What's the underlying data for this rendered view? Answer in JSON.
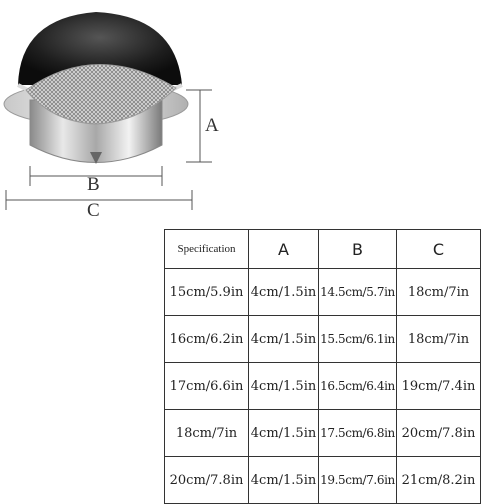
{
  "diagram": {
    "labels": {
      "a": "A",
      "b": "B",
      "c": "C"
    }
  },
  "table": {
    "headers": [
      "Specification",
      "A",
      "B",
      "C"
    ],
    "rows": [
      [
        "15cm/5.9in",
        "4cm/1.5in",
        "14.5cm/5.7in",
        "18cm/7in"
      ],
      [
        "16cm/6.2in",
        "4cm/1.5in",
        "15.5cm/6.1in",
        "18cm/7in"
      ],
      [
        "17cm/6.6in",
        "4cm/1.5in",
        "16.5cm/6.4in",
        "19cm/7.4in"
      ],
      [
        "18cm/7in",
        "4cm/1.5in",
        "17.5cm/6.8in",
        "20cm/7.8in"
      ],
      [
        "20cm/7.8in",
        "4cm/1.5in",
        "19.5cm/7.6in",
        "21cm/8.2in"
      ]
    ]
  }
}
